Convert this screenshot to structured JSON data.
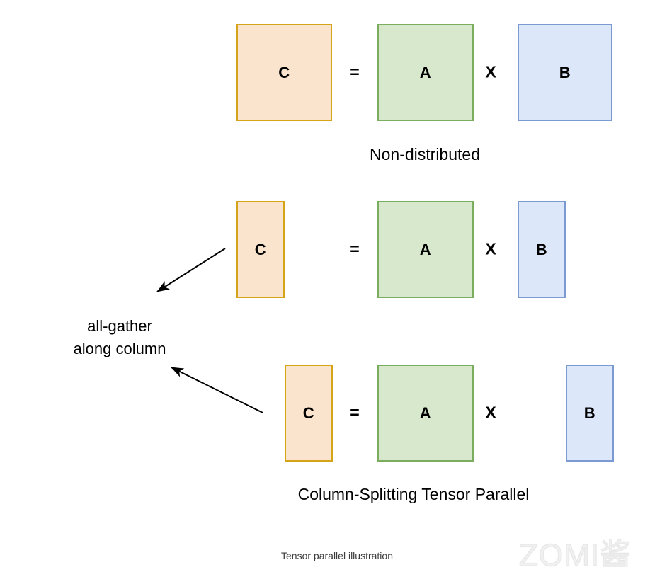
{
  "figure": {
    "title_caption": "Tensor parallel illustration",
    "watermark": "ZOMI酱",
    "background": "#ffffff"
  },
  "colors": {
    "orange_fill": "#fbe4ce",
    "orange_border": "#d6a419",
    "green_fill": "#d7e8cc",
    "green_border": "#7aad5e",
    "blue_fill": "#dde7fa",
    "blue_border": "#7b9ad2",
    "text": "#000000",
    "arrow": "#000000",
    "caption_text": "#3c3c3c",
    "watermark_stroke": "#e8e8e8"
  },
  "rows": [
    {
      "id": "non-distributed",
      "caption": "Non-distributed",
      "result": {
        "label": "C",
        "color": "orange"
      },
      "equals": "=",
      "operand_a": {
        "label": "A",
        "color": "green"
      },
      "times": "X",
      "operand_b": {
        "label": "B",
        "color": "blue"
      }
    },
    {
      "id": "column-split-shard-1",
      "caption": "",
      "result": {
        "label": "C",
        "color": "orange"
      },
      "equals": "=",
      "operand_a": {
        "label": "A",
        "color": "green"
      },
      "times": "X",
      "operand_b": {
        "label": "B",
        "color": "blue"
      }
    },
    {
      "id": "column-split-shard-2",
      "caption": "Column-Splitting Tensor Parallel",
      "result": {
        "label": "C",
        "color": "orange"
      },
      "equals": "=",
      "operand_a": {
        "label": "A",
        "color": "green"
      },
      "times": "X",
      "operand_b": {
        "label": "B",
        "color": "blue"
      }
    }
  ],
  "annotation": {
    "line1": "all-gather",
    "line2": "along column"
  }
}
